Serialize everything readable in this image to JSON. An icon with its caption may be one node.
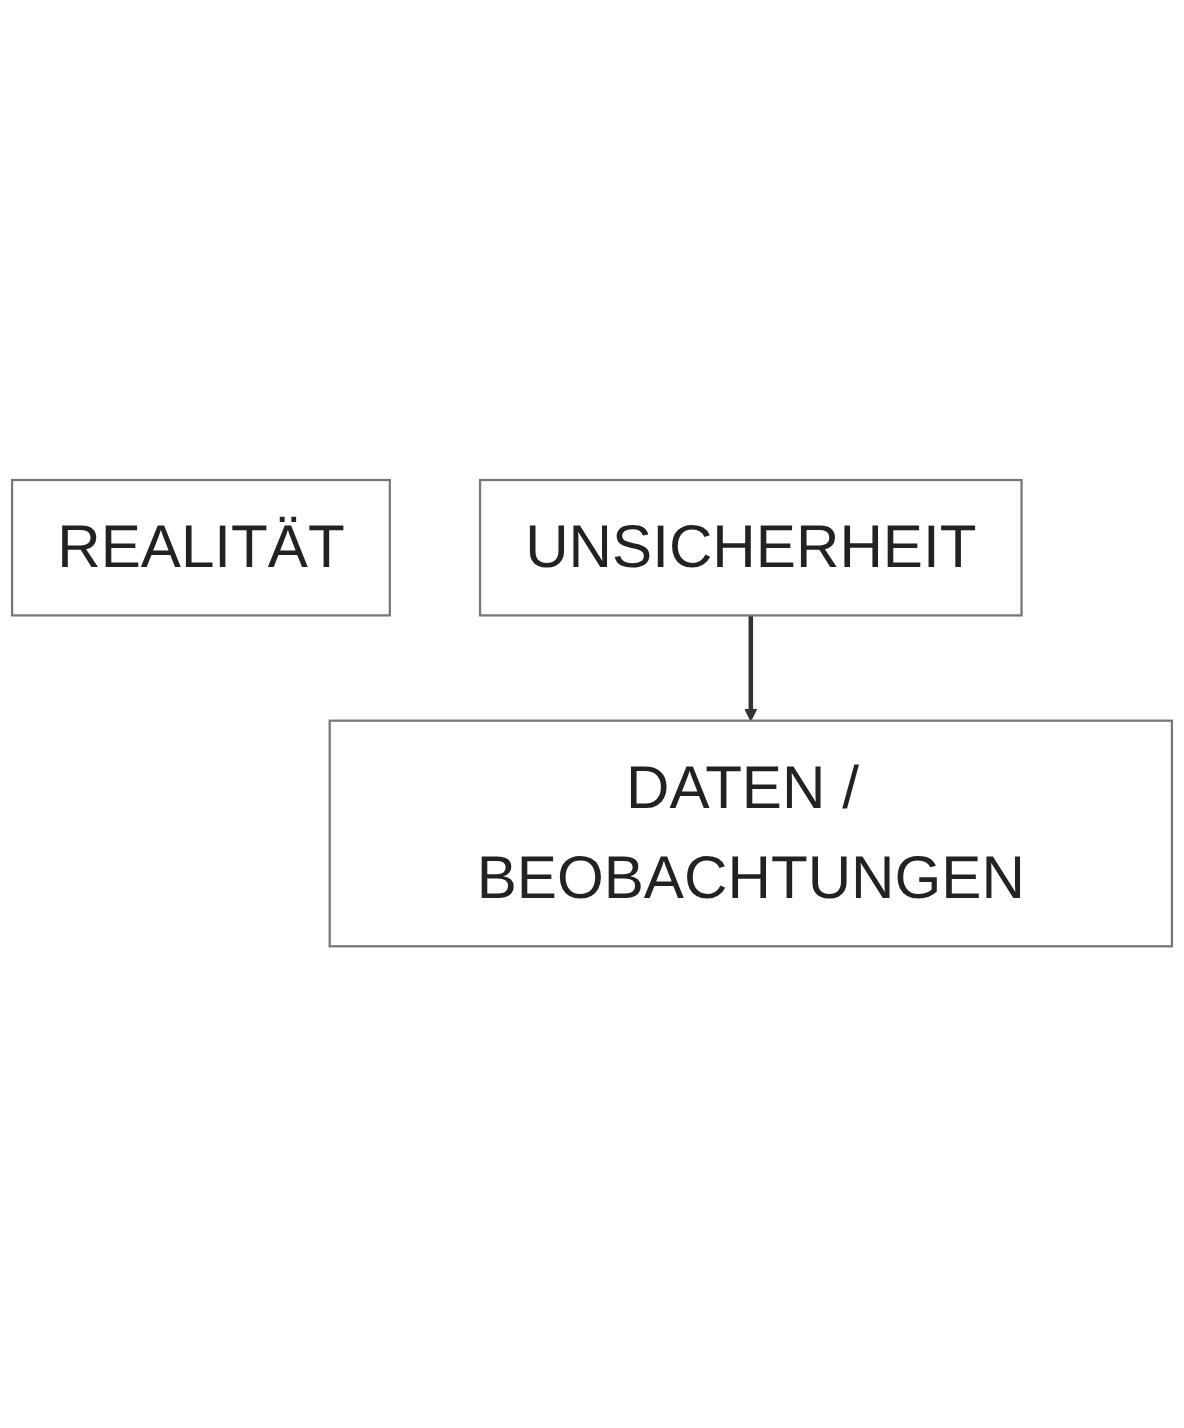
{
  "diagram": {
    "nodes": [
      {
        "text": [
          "REALITÄT"
        ]
      },
      {
        "text": [
          "UNSICHERHEIT"
        ]
      },
      {
        "text": [
          "DATEN / BEOBACHTUNGEN"
        ]
      }
    ],
    "edges": [
      {
        "from": 1,
        "to": 2,
        "arrow": "to"
      }
    ]
  }
}
